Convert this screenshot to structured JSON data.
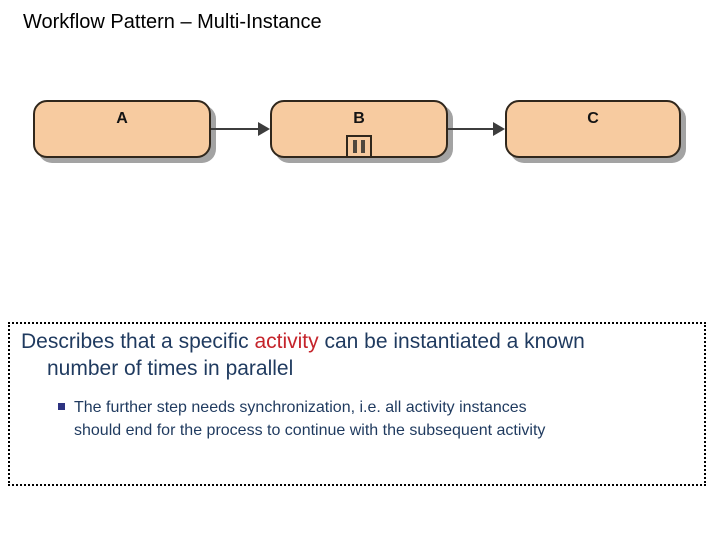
{
  "slide": {
    "title": "Workflow Pattern – Multi-Instance"
  },
  "diagram": {
    "nodes": [
      {
        "id": "A",
        "label": "A",
        "multi_instance": false
      },
      {
        "id": "B",
        "label": "B",
        "multi_instance": true
      },
      {
        "id": "C",
        "label": "C",
        "multi_instance": false
      }
    ],
    "connections": [
      {
        "from": "A",
        "to": "B"
      },
      {
        "from": "B",
        "to": "C"
      }
    ],
    "colors": {
      "node_fill": "#F7CBA0",
      "node_border": "#30271C",
      "node_shadow": "#A3A3A3",
      "arrow": "#3D3D3D",
      "marker_bars": "#50483E"
    }
  },
  "note_box": {
    "sentence": {
      "prefix": "Describes that a specific ",
      "highlight": "activity",
      "suffix": " can be instantiated a known",
      "line2": "number of times in parallel"
    },
    "bullet": {
      "line1": "The further step needs synchronization, i.e. all activity instances",
      "line2": "should end for the process to continue with the subsequent activity"
    },
    "colors": {
      "body_text": "#1F3A5F",
      "highlight": "#C5242B",
      "bullet_marker": "#2D3381",
      "border": "#000000"
    }
  }
}
